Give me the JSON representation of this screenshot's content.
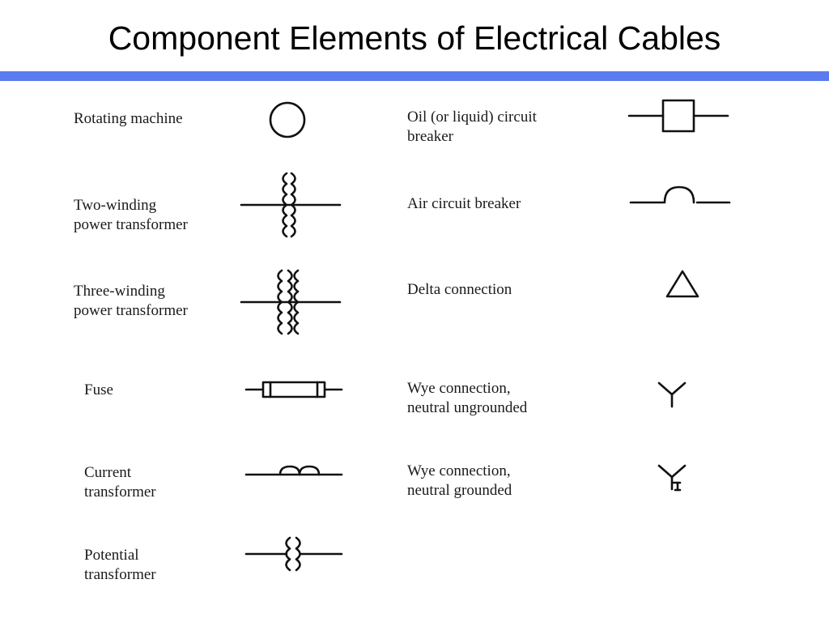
{
  "header": {
    "title": "Component Elements of Electrical Cables",
    "rule_color": "#5b7cf0"
  },
  "symbols": {
    "rotating_machine": {
      "line1": "Rotating machine",
      "icon": "circle-icon"
    },
    "two_winding": {
      "line1": "Two-winding",
      "line2": "power transformer",
      "icon": "two-winding-transformer-icon"
    },
    "three_winding": {
      "line1": "Three-winding",
      "line2": "power transformer",
      "icon": "three-winding-transformer-icon"
    },
    "fuse": {
      "line1": "Fuse",
      "icon": "fuse-icon"
    },
    "current_transformer": {
      "line1": "Current",
      "line2": "transformer",
      "icon": "current-transformer-icon"
    },
    "potential_transformer": {
      "line1": "Potential",
      "line2": "transformer",
      "icon": "potential-transformer-icon"
    },
    "oil_breaker": {
      "line1": "Oil (or liquid) circuit",
      "line2": "breaker",
      "icon": "square-breaker-icon"
    },
    "air_breaker": {
      "line1": "Air circuit breaker",
      "icon": "arc-breaker-icon"
    },
    "delta": {
      "line1": "Delta connection",
      "icon": "triangle-icon"
    },
    "wye_ungrounded": {
      "line1": "Wye connection,",
      "line2": "neutral ungrounded",
      "icon": "wye-icon"
    },
    "wye_grounded": {
      "line1": "Wye connection,",
      "line2": "neutral grounded",
      "icon": "wye-grounded-icon"
    }
  }
}
